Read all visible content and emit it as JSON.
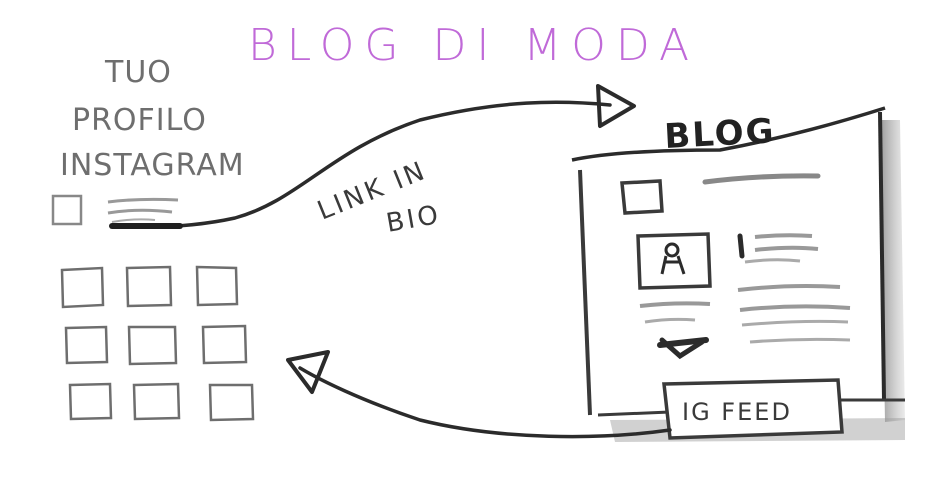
{
  "title": "BLOG DI MODA",
  "instagram_profile": {
    "line1": "TUO",
    "line2": "PROFILO",
    "line3": "INSTAGRAM"
  },
  "arrow_label": {
    "line1": "LINK IN",
    "line2": "BIO"
  },
  "blog": {
    "heading": "BLOG",
    "footer_button": "IG FEED"
  },
  "colors": {
    "title": "#c06ad8",
    "sketch_gray": "#6e6e6e",
    "ink": "#2b2b2b"
  }
}
